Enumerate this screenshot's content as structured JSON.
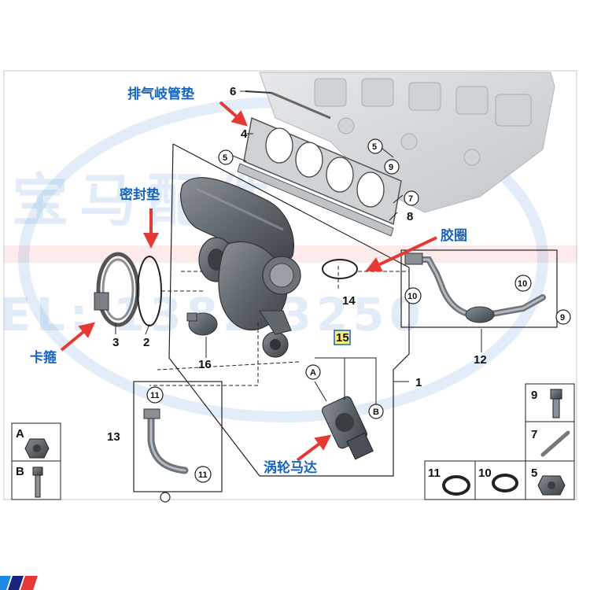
{
  "labels": {
    "exhaust_manifold_gasket": "排气岐管垫",
    "seal_gasket": "密封垫",
    "rubber_ring": "胶圈",
    "clamp": "卡箍",
    "turbo_motor": "涡轮马达"
  },
  "watermark": {
    "brand": "宝马配件",
    "phone": "EL: 1382   3250"
  },
  "parts": {
    "p1": "1",
    "p2": "2",
    "p3": "3",
    "p4": "4",
    "p5a": "5",
    "p5b": "5",
    "p5c": "5",
    "p6": "6",
    "p7": "7",
    "p7b": "7",
    "p8": "8",
    "p9": "9",
    "p9b": "9",
    "p10": "10",
    "p10b": "10",
    "p10c": "10",
    "p11": "11",
    "p11b": "11",
    "p11c": "11",
    "p12": "12",
    "p13": "13",
    "p14": "14",
    "p15": "15",
    "p16": "16",
    "pA": "A",
    "pA2": "A",
    "pB": "B",
    "pB2": "B"
  },
  "colors": {
    "annotation_blue": "#1565c0",
    "arrow_red": "#e53935",
    "highlight_yellow": "#fff176",
    "line_dark": "#222222"
  }
}
